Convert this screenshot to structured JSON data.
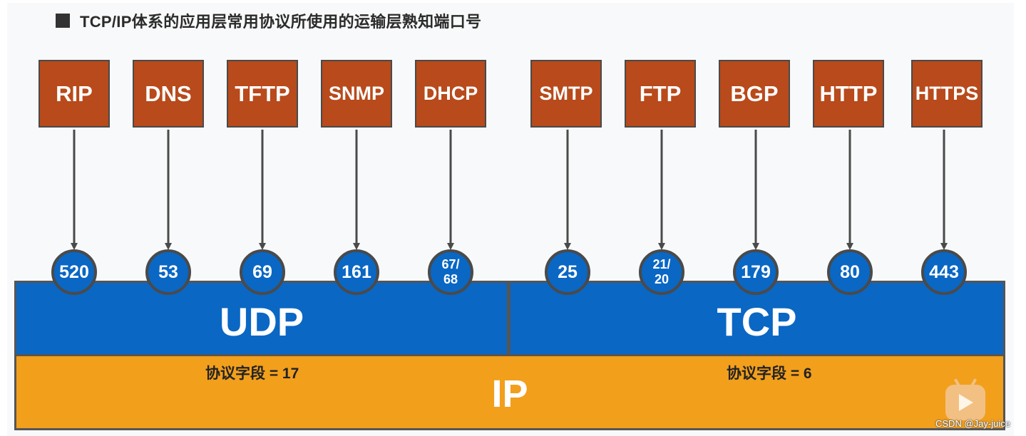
{
  "title": "TCP/IP体系的应用层常用协议所使用的运输层熟知端口号",
  "udp_protocols": [
    {
      "name": "RIP",
      "port_lines": [
        "520"
      ]
    },
    {
      "name": "DNS",
      "port_lines": [
        "53"
      ]
    },
    {
      "name": "TFTP",
      "port_lines": [
        "69"
      ]
    },
    {
      "name": "SNMP",
      "port_lines": [
        "161"
      ]
    },
    {
      "name": "DHCP",
      "port_lines": [
        "67/",
        "68"
      ]
    }
  ],
  "tcp_protocols": [
    {
      "name": "SMTP",
      "port_lines": [
        "25"
      ]
    },
    {
      "name": "FTP",
      "port_lines": [
        "21/",
        "20"
      ]
    },
    {
      "name": "BGP",
      "port_lines": [
        "179"
      ]
    },
    {
      "name": "HTTP",
      "port_lines": [
        "80"
      ]
    },
    {
      "name": "HTTPS",
      "port_lines": [
        "443"
      ]
    }
  ],
  "layers": {
    "udp": "UDP",
    "tcp": "TCP",
    "ip": "IP",
    "udp_protocol_field": "协议字段 = 17",
    "tcp_protocol_field": "协议字段 = 6"
  },
  "watermark": "CSDN @Jay-juice",
  "logo_icon": "bilibili-tv-icon",
  "colors": {
    "protocol_box": "#b84a1b",
    "transport_layer": "#0a67c4",
    "ip_layer": "#f29f1c"
  }
}
